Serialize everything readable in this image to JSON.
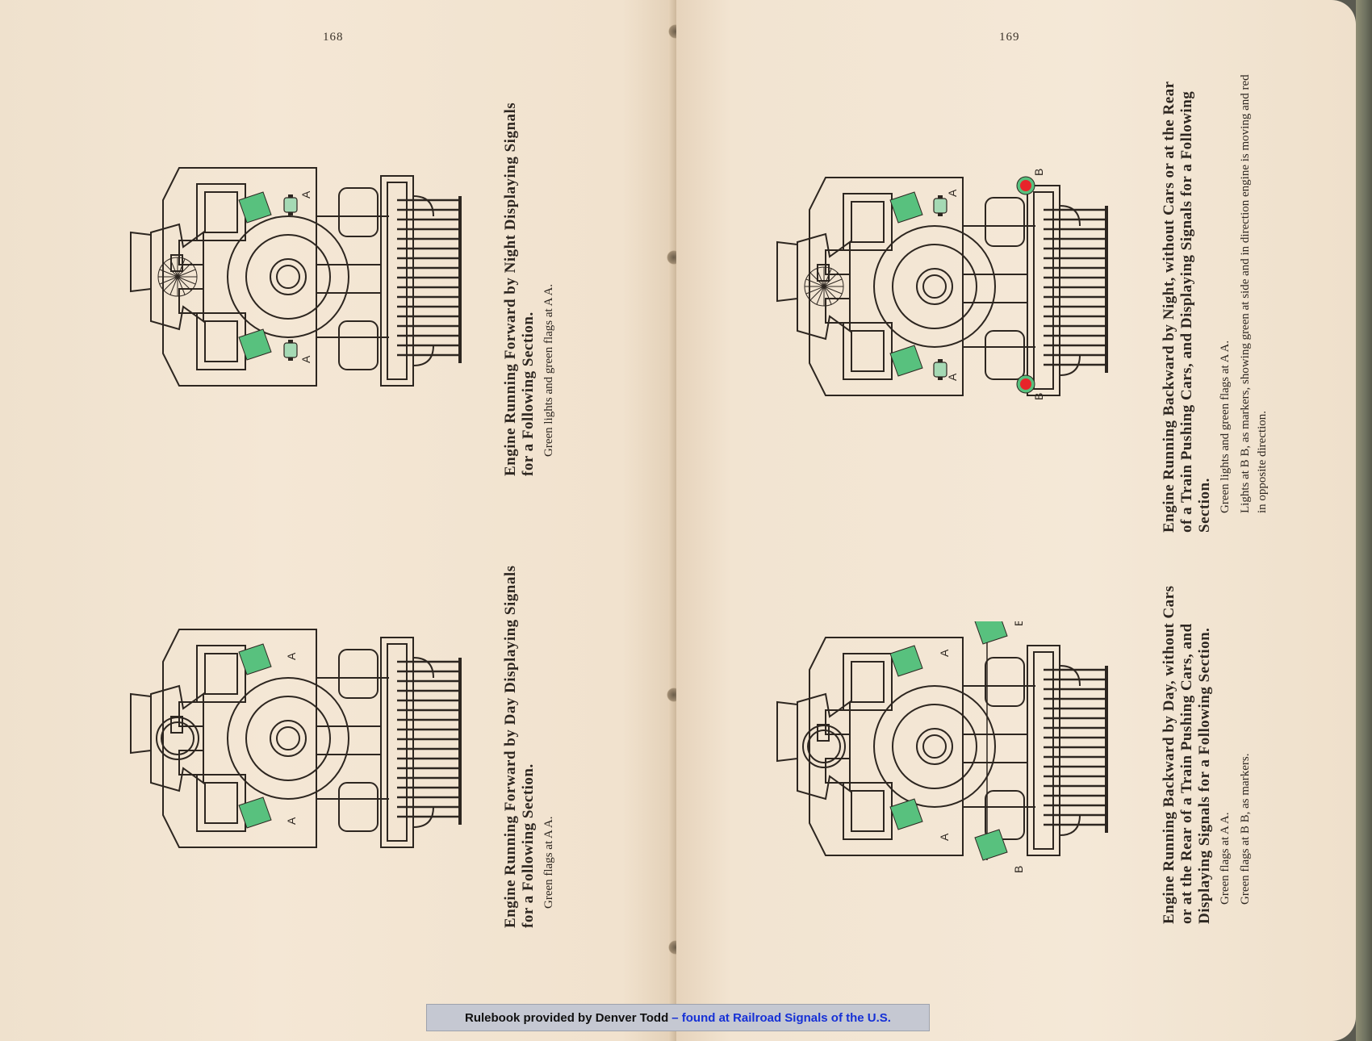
{
  "colors": {
    "paper": "#f3e6d3",
    "ink": "#2d2620",
    "signal_green": "#58c17e",
    "signal_red": "#e8242a",
    "credit_bar": "#c5c8d2",
    "credit_link": "#1530d6"
  },
  "left_page": {
    "page_number": "168",
    "figures": [
      {
        "title": "Engine Running Forward by Night Displaying Signals for a Following Section.",
        "notes": [
          "Green lights and green flags at A A."
        ],
        "labels": [
          "A",
          "A"
        ]
      },
      {
        "title": "Engine Running Forward by Day Displaying Signals for a Following Section.",
        "notes": [
          "Green flags at A A."
        ],
        "labels": [
          "A",
          "A"
        ]
      }
    ]
  },
  "right_page": {
    "page_number": "169",
    "figures": [
      {
        "title": "Engine Running Backward by Night, without Cars or at the Rear of a Train Pushing Cars, and Displaying Signals for a Following Section.",
        "notes": [
          "Green lights and green flags at A A.",
          "Lights at B B, as markers, showing green at side and in direction engine is moving and red in opposite direction."
        ],
        "labels": [
          "A",
          "A",
          "B",
          "B"
        ]
      },
      {
        "title": "Engine Running Backward by Day, without Cars or at the Rear of a Train Pushing Cars, and Displaying Signals for a Following Section.",
        "notes": [
          "Green flags at A A.",
          "Green flags at B B, as markers."
        ],
        "labels": [
          "A",
          "A",
          "B",
          "B"
        ]
      }
    ]
  },
  "credit": {
    "provided_by": "Rulebook provided by Denver Todd",
    "link_text": "– found at Railroad Signals of the U.S."
  }
}
